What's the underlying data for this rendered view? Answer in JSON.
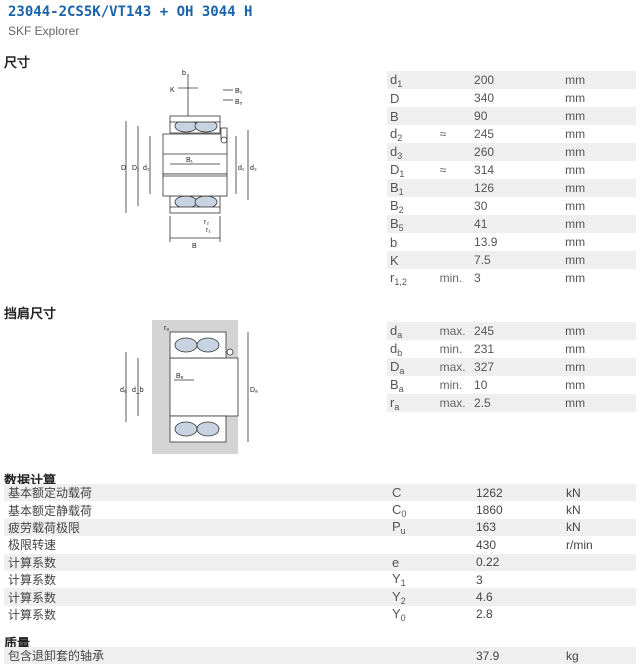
{
  "header": {
    "title": "23044-2CS5K/VT143 + OH 3044 H",
    "subtitle": "SKF Explorer"
  },
  "sections": {
    "dimensions": "尺寸",
    "abutment": "挡肩尺寸",
    "calc": "数据计算",
    "mass": "质量"
  },
  "drawing1_labels": {
    "b": "b",
    "K": "K",
    "B2": "B₂",
    "B5": "B₅",
    "B1": "B₁",
    "D": "D",
    "D1": "D₁",
    "d2": "d₂",
    "d1": "d₁",
    "d3": "d₃",
    "r1": "r₁",
    "r2": "r₂",
    "B": "B"
  },
  "drawing2_labels": {
    "ra": "rₐ",
    "Ba": "Bₐ",
    "da": "dₐ",
    "db": "d_b",
    "Da": "Dₐ"
  },
  "dimensions": [
    {
      "sym": "d",
      "sub": "1",
      "q": "",
      "v": "200",
      "u": "mm"
    },
    {
      "sym": "D",
      "sub": "",
      "q": "",
      "v": "340",
      "u": "mm"
    },
    {
      "sym": "B",
      "sub": "",
      "q": "",
      "v": "90",
      "u": "mm"
    },
    {
      "sym": "d",
      "sub": "2",
      "q": "≈",
      "v": "245",
      "u": "mm"
    },
    {
      "sym": "d",
      "sub": "3",
      "q": "",
      "v": "260",
      "u": "mm"
    },
    {
      "sym": "D",
      "sub": "1",
      "q": "≈",
      "v": "314",
      "u": "mm"
    },
    {
      "sym": "B",
      "sub": "1",
      "q": "",
      "v": "126",
      "u": "mm"
    },
    {
      "sym": "B",
      "sub": "2",
      "q": "",
      "v": "30",
      "u": "mm"
    },
    {
      "sym": "B",
      "sub": "5",
      "q": "",
      "v": "41",
      "u": "mm"
    },
    {
      "sym": "b",
      "sub": "",
      "q": "",
      "v": "13.9",
      "u": "mm"
    },
    {
      "sym": "K",
      "sub": "",
      "q": "",
      "v": "7.5",
      "u": "mm"
    },
    {
      "sym": "r",
      "sub": "1,2",
      "q": "min.",
      "v": "3",
      "u": "mm"
    }
  ],
  "abutment": [
    {
      "sym": "d",
      "sub": "a",
      "q": "max.",
      "v": "245",
      "u": "mm"
    },
    {
      "sym": "d",
      "sub": "b",
      "q": "min.",
      "v": "231",
      "u": "mm"
    },
    {
      "sym": "D",
      "sub": "a",
      "q": "max.",
      "v": "327",
      "u": "mm"
    },
    {
      "sym": "B",
      "sub": "a",
      "q": "min.",
      "v": "10",
      "u": "mm"
    },
    {
      "sym": "r",
      "sub": "a",
      "q": "max.",
      "v": "2.5",
      "u": "mm"
    }
  ],
  "calc": [
    {
      "label": "基本额定动载荷",
      "sym": "C",
      "sub": "",
      "v": "1262",
      "u": "kN"
    },
    {
      "label": "基本额定静载荷",
      "sym": "C",
      "sub": "0",
      "v": "1860",
      "u": "kN"
    },
    {
      "label": "疲劳载荷极限",
      "sym": "P",
      "sub": "u",
      "v": "163",
      "u": "kN"
    },
    {
      "label": "极限转速",
      "sym": "",
      "sub": "",
      "v": "430",
      "u": "r/min"
    },
    {
      "label": "计算系数",
      "sym": "e",
      "sub": "",
      "v": "0.22",
      "u": ""
    },
    {
      "label": "计算系数",
      "sym": "Y",
      "sub": "1",
      "v": "3",
      "u": ""
    },
    {
      "label": "计算系数",
      "sym": "Y",
      "sub": "2",
      "v": "4.6",
      "u": ""
    },
    {
      "label": "计算系数",
      "sym": "Y",
      "sub": "0",
      "v": "2.8",
      "u": ""
    }
  ],
  "mass": [
    {
      "label": "包含退卸套的轴承",
      "v": "37.9",
      "u": "kg"
    }
  ]
}
